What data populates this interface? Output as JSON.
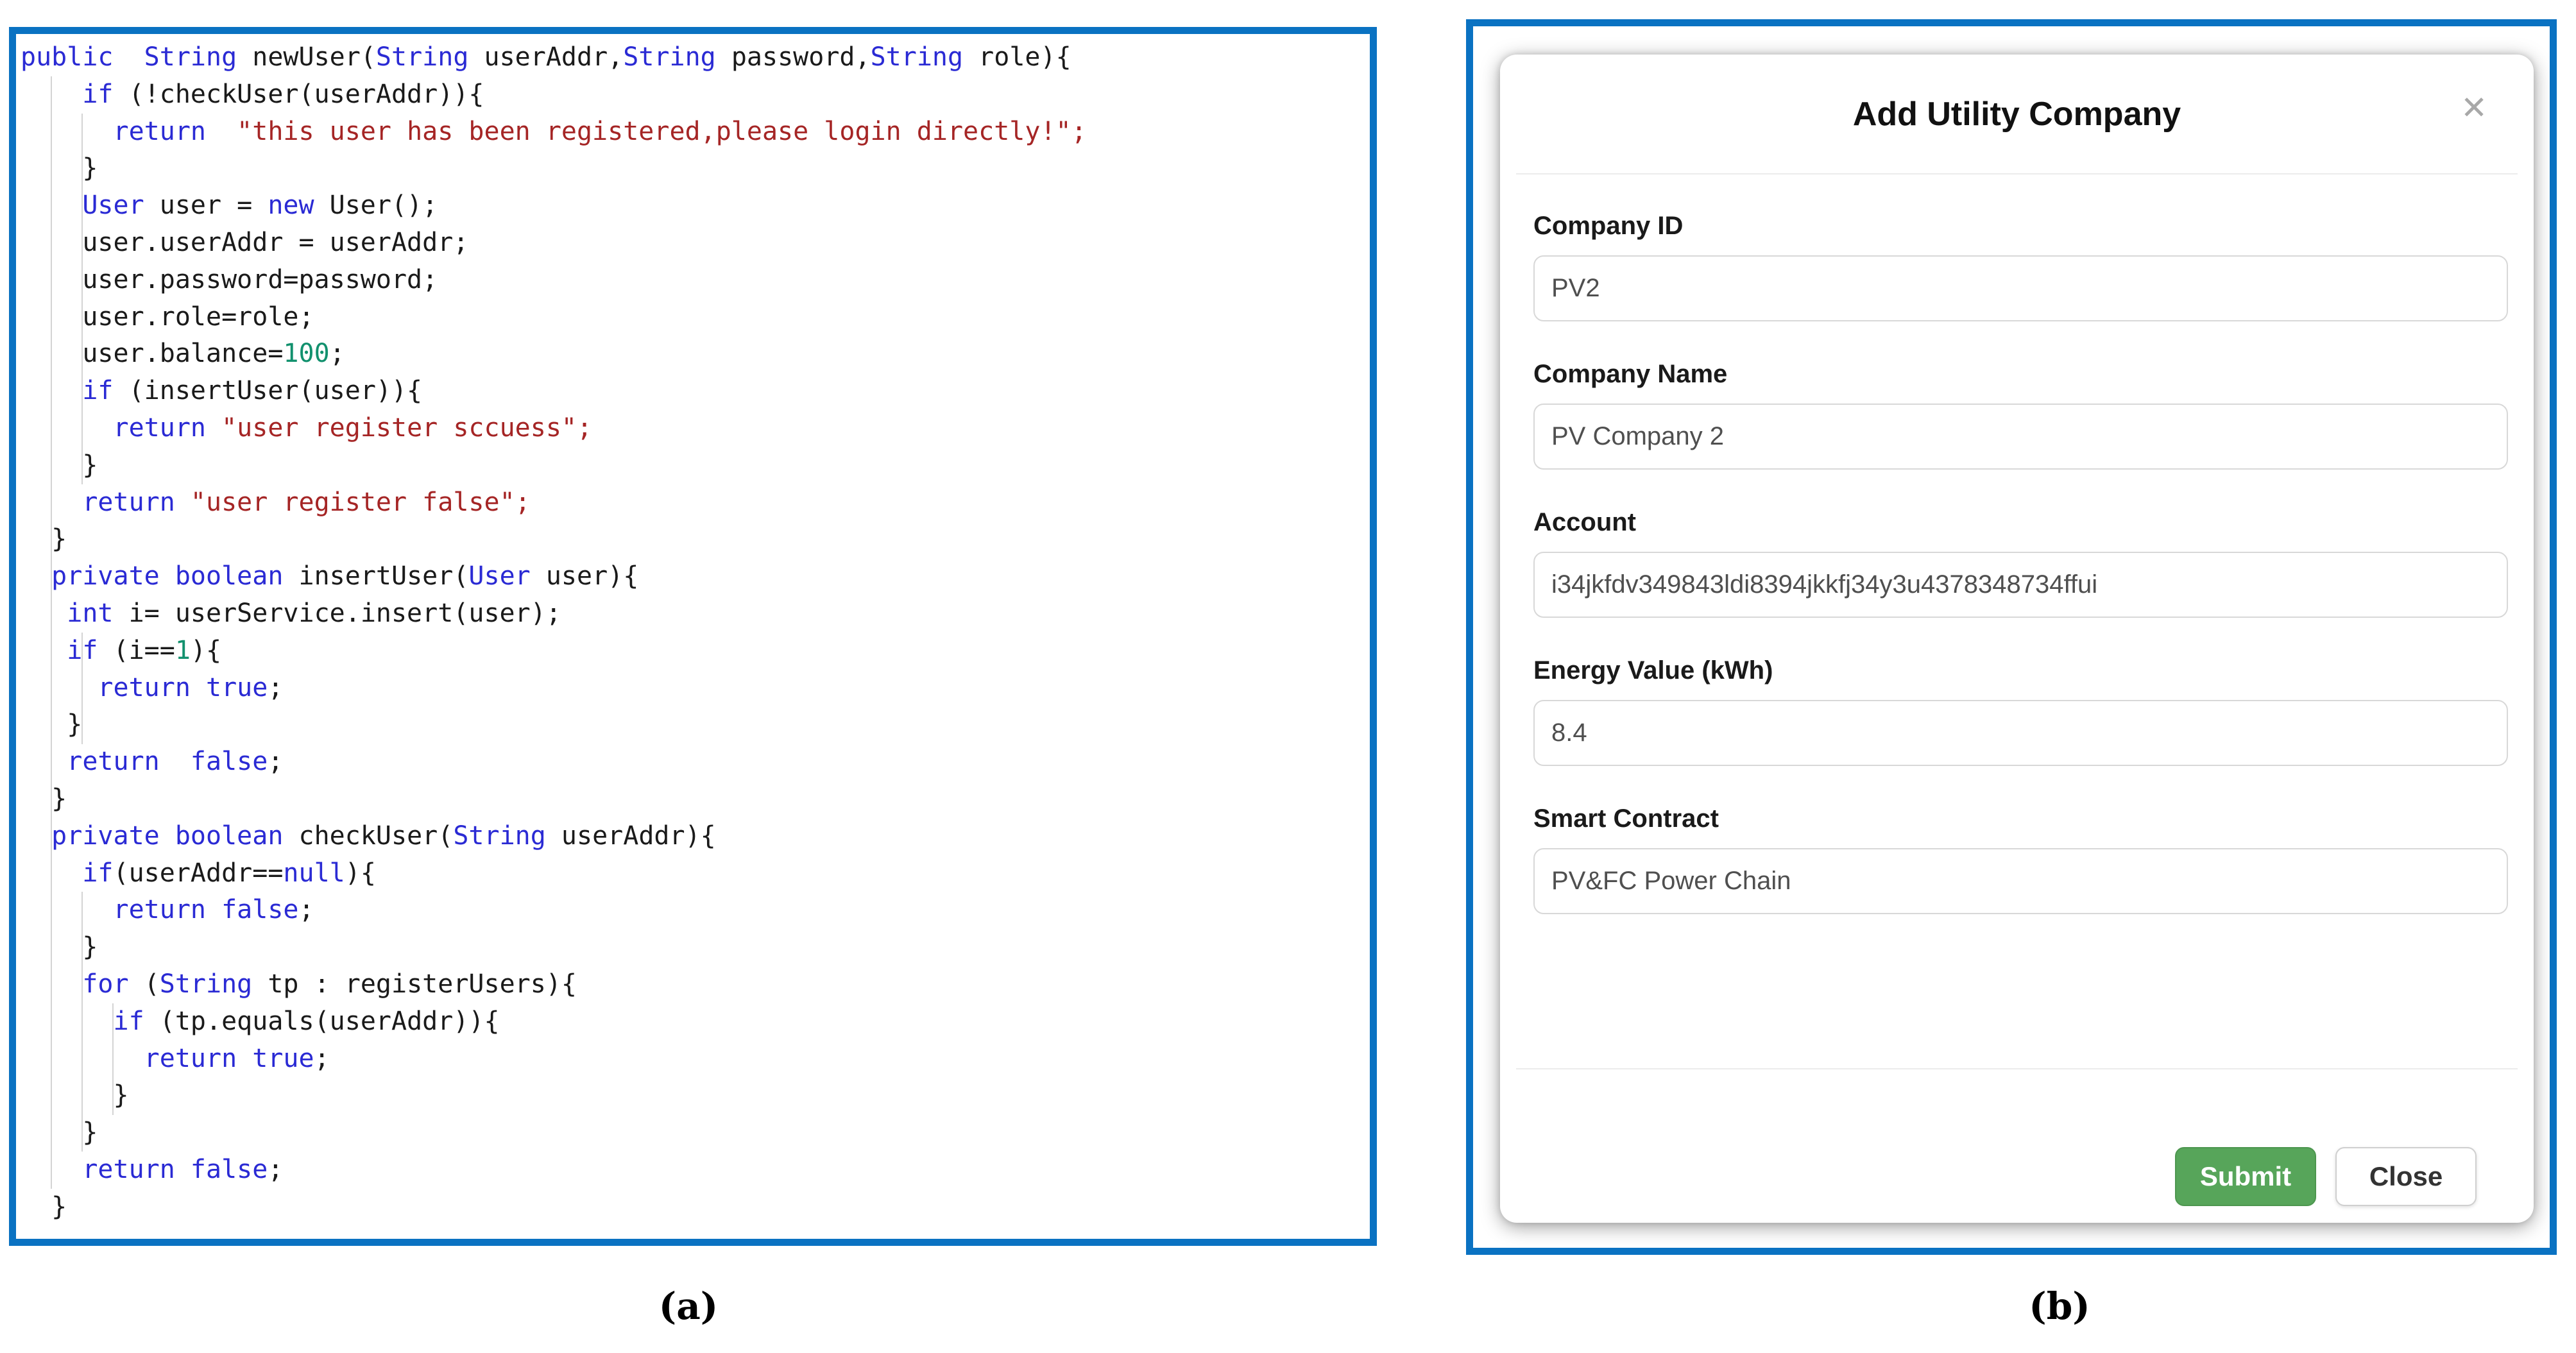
{
  "panel_a": {
    "caption": "(a)",
    "colors": {
      "border": "#0a72c2",
      "keyword": "#2a2ad4",
      "string": "#a52525",
      "number": "#12916e",
      "plain": "#1a1a1a",
      "indent_guide": "#d4d4d4"
    },
    "code": {
      "language": "java",
      "lines": [
        [
          [
            "public",
            "k"
          ],
          [
            "  ",
            ""
          ],
          [
            "String",
            "k"
          ],
          [
            " newUser(",
            ""
          ],
          [
            "String",
            "k"
          ],
          [
            " userAddr,",
            ""
          ],
          [
            "String",
            "k"
          ],
          [
            " password,",
            ""
          ],
          [
            "String",
            "k"
          ],
          [
            " role){",
            ""
          ]
        ],
        [
          [
            "    ",
            ""
          ],
          [
            "if",
            "k"
          ],
          [
            " (!checkUser(userAddr)){",
            ""
          ]
        ],
        [
          [
            "      ",
            ""
          ],
          [
            "return",
            "k"
          ],
          [
            "  ",
            ""
          ],
          [
            "\"this user has been registered,please login directly!\";",
            "s"
          ]
        ],
        [
          [
            "    }",
            ""
          ]
        ],
        [
          [
            "    ",
            ""
          ],
          [
            "User",
            "k"
          ],
          [
            " user = ",
            ""
          ],
          [
            "new",
            "k"
          ],
          [
            " User();",
            ""
          ]
        ],
        [
          [
            "    user.userAddr = userAddr;",
            ""
          ]
        ],
        [
          [
            "    user.password=password;",
            ""
          ]
        ],
        [
          [
            "    user.role=role;",
            ""
          ]
        ],
        [
          [
            "    user.balance=",
            ""
          ],
          [
            "100",
            "n"
          ],
          [
            ";",
            ""
          ]
        ],
        [
          [
            "    ",
            ""
          ],
          [
            "if",
            "k"
          ],
          [
            " (insertUser(user)){",
            ""
          ]
        ],
        [
          [
            "      ",
            ""
          ],
          [
            "return",
            "k"
          ],
          [
            " ",
            ""
          ],
          [
            "\"user register sccuess\";",
            "s"
          ]
        ],
        [
          [
            "    }",
            ""
          ]
        ],
        [
          [
            "    ",
            ""
          ],
          [
            "return",
            "k"
          ],
          [
            " ",
            ""
          ],
          [
            "\"user register false\";",
            "s"
          ]
        ],
        [
          [
            "  }",
            ""
          ]
        ],
        [
          [
            "  ",
            ""
          ],
          [
            "private",
            "k"
          ],
          [
            " ",
            ""
          ],
          [
            "boolean",
            "k"
          ],
          [
            " insertUser(",
            ""
          ],
          [
            "User",
            "k"
          ],
          [
            " user){",
            ""
          ]
        ],
        [
          [
            "   ",
            ""
          ],
          [
            "int",
            "k"
          ],
          [
            " i= userService.insert(user);",
            ""
          ]
        ],
        [
          [
            "   ",
            ""
          ],
          [
            "if",
            "k"
          ],
          [
            " (i==",
            ""
          ],
          [
            "1",
            "n"
          ],
          [
            "){",
            ""
          ]
        ],
        [
          [
            "     ",
            ""
          ],
          [
            "return",
            "k"
          ],
          [
            " ",
            ""
          ],
          [
            "true",
            "k"
          ],
          [
            ";",
            ""
          ]
        ],
        [
          [
            "   }",
            ""
          ]
        ],
        [
          [
            "   ",
            ""
          ],
          [
            "return",
            "k"
          ],
          [
            "  ",
            ""
          ],
          [
            "false",
            "k"
          ],
          [
            ";",
            ""
          ]
        ],
        [
          [
            "  }",
            ""
          ]
        ],
        [
          [
            "  ",
            ""
          ],
          [
            "private",
            "k"
          ],
          [
            " ",
            ""
          ],
          [
            "boolean",
            "k"
          ],
          [
            " checkUser(",
            ""
          ],
          [
            "String",
            "k"
          ],
          [
            " userAddr){",
            ""
          ]
        ],
        [
          [
            "    ",
            ""
          ],
          [
            "if",
            "k"
          ],
          [
            "(userAddr==",
            ""
          ],
          [
            "null",
            "k"
          ],
          [
            "){",
            ""
          ]
        ],
        [
          [
            "      ",
            ""
          ],
          [
            "return",
            "k"
          ],
          [
            " ",
            ""
          ],
          [
            "false",
            "k"
          ],
          [
            ";",
            ""
          ]
        ],
        [
          [
            "    }",
            ""
          ]
        ],
        [
          [
            "    ",
            ""
          ],
          [
            "for",
            "k"
          ],
          [
            " (",
            ""
          ],
          [
            "String",
            "k"
          ],
          [
            " tp : registerUsers){",
            ""
          ]
        ],
        [
          [
            "      ",
            ""
          ],
          [
            "if",
            "k"
          ],
          [
            " (tp.equals(userAddr)){",
            ""
          ]
        ],
        [
          [
            "        ",
            ""
          ],
          [
            "return",
            "k"
          ],
          [
            " ",
            ""
          ],
          [
            "true",
            "k"
          ],
          [
            ";",
            ""
          ]
        ],
        [
          [
            "      }",
            ""
          ]
        ],
        [
          [
            "    }",
            ""
          ]
        ],
        [
          [
            "    ",
            ""
          ],
          [
            "return",
            "k"
          ],
          [
            " ",
            ""
          ],
          [
            "false",
            "k"
          ],
          [
            ";",
            ""
          ]
        ],
        [
          [
            "  }",
            ""
          ]
        ]
      ]
    }
  },
  "panel_b": {
    "caption": "(b)",
    "modal": {
      "title": "Add Utility Company",
      "close_icon": "✕",
      "fields": [
        {
          "label": "Company ID",
          "value": "PV2"
        },
        {
          "label": "Company Name",
          "value": "PV Company 2"
        },
        {
          "label": "Account",
          "value": "i34jkfdv349843ldi8394jkkfj34y3u4378348734ffui"
        },
        {
          "label": "Energy Value (kWh)",
          "value": "8.4"
        },
        {
          "label": "Smart Contract",
          "value": "PV&FC Power Chain"
        }
      ],
      "buttons": {
        "submit": "Submit",
        "close": "Close"
      },
      "colors": {
        "submit_bg": "#57a55a",
        "panel_border": "#0a72c2"
      }
    }
  }
}
